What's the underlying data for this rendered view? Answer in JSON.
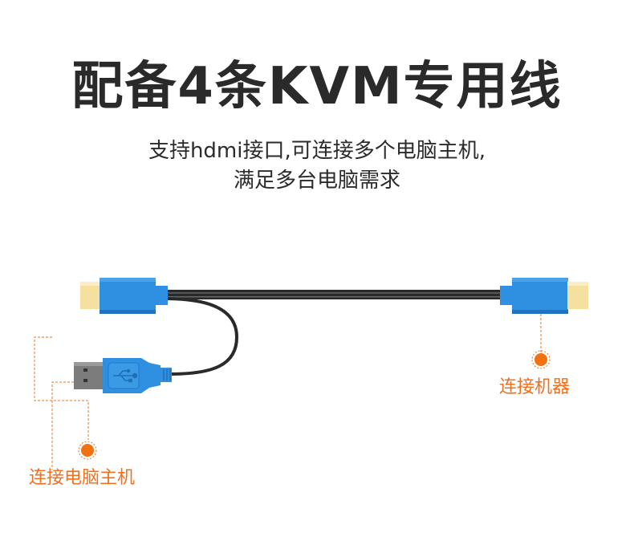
{
  "title": "配备4条KVM专用线",
  "subtitle": {
    "line1": "支持hdmi接口,可连接多个电脑主机,",
    "line2": "满足多台电脑需求"
  },
  "callouts": {
    "machine": "连接机器",
    "host": "连接电脑主机"
  },
  "colors": {
    "accent": "#f07020",
    "connector_blue": "#2f8fe0",
    "cable": "#2a2a2a",
    "gold_plug": "#f5e0a0"
  },
  "icons": {
    "usb": "usb-symbol-icon"
  }
}
